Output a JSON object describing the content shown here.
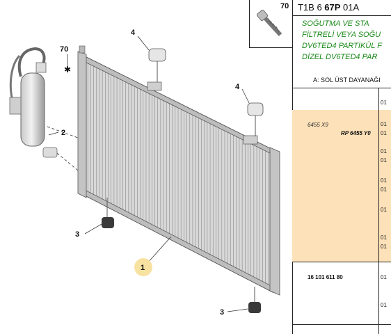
{
  "diagram": {
    "callouts": {
      "c70": "70",
      "c4a": "4",
      "c4b": "4",
      "c2": "2",
      "c3a": "3",
      "c3b": "3",
      "c1": "1"
    }
  },
  "panel": {
    "thumb_label": "70",
    "code_prefix": "T1B 6 ",
    "code_bold": "67P",
    "code_suffix": " 01A",
    "desc_lines": [
      "SOĞUTMA VE STA",
      "FİLTRELİ VEYA SOĞU",
      "DV6TED4 PARTİKÜL F",
      "DİZEL DV6TED4 PAR"
    ],
    "subheader": "A: SOL ÜST DAYANAĞI",
    "band_ref": "6455 X9",
    "band_ref_bold": "RP 6455 Y0",
    "part_number": "16 101 611 80",
    "qty_marks": [
      "01",
      "01",
      "01",
      "01",
      "01",
      "01",
      "01",
      "01",
      "01",
      "01",
      "01",
      "01"
    ]
  },
  "colors": {
    "highlight_band": "#fde1b8",
    "description_green": "#1a8a1a",
    "callout_highlight": "#f7e2a2"
  }
}
